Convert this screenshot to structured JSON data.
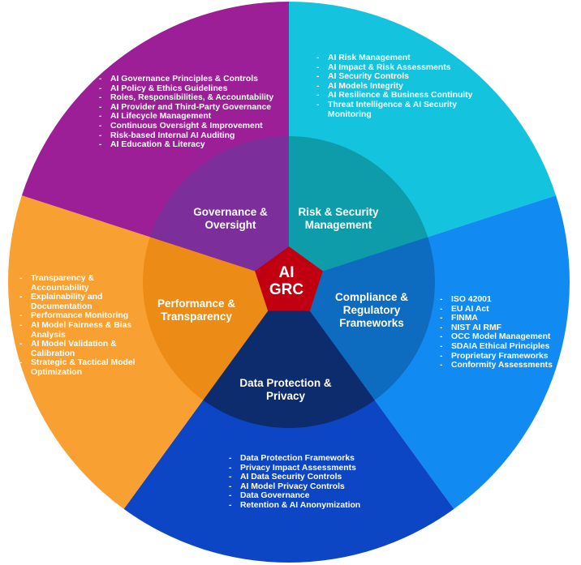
{
  "center": {
    "line1": "AI",
    "line2": "GRC",
    "color": "#c00010"
  },
  "segments": {
    "governance": {
      "title": "Governance & Oversight",
      "outer_color": "#9c1f98",
      "inner_color": "#7c2f9a",
      "items": [
        "AI Governance Principles & Controls",
        "AI Policy & Ethics Guidelines",
        "Roles, Responsibilities, & Accountability",
        "AI Provider and Third-Party Governance",
        "AI Lifecycle Management",
        "Continuous Oversight & Improvement",
        "Risk-based Internal AI Auditing",
        "AI Education & Literacy"
      ]
    },
    "risk": {
      "title": "Risk & Security Management",
      "outer_color": "#14c4de",
      "inner_color": "#0e9cab",
      "items": [
        "AI Risk Management",
        "AI Impact & Risk Assessments",
        "AI Security Controls",
        "AI Models Integrity",
        "AI Resilience & Business Continuity",
        "Threat Intelligence & AI Security Monitoring"
      ]
    },
    "compliance": {
      "title": "Compliance & Regulatory Frameworks",
      "outer_color": "#118af2",
      "inner_color": "#0d6cc0",
      "items": [
        "ISO 42001",
        "EU AI Act",
        "FINMA",
        "NIST AI RMF",
        "OCC Model Management",
        "SDAIA Ethical Principles",
        "Proprietary Frameworks",
        "Conformity Assessments"
      ]
    },
    "data": {
      "title": "Data Protection & Privacy",
      "outer_color": "#0d46c4",
      "inner_color": "#0d2c6e",
      "items": [
        "Data Protection Frameworks",
        "Privacy Impact Assessments",
        "AI Data Security Controls",
        "AI Model Privacy Controls",
        "Data Governance",
        "Retention & AI Anonymization"
      ]
    },
    "performance": {
      "title": "Performance & Transparency",
      "outer_color": "#f8a032",
      "inner_color": "#ec8c16",
      "items": [
        "Transparency & Accountability",
        "Explainability and Documentation",
        "Performance Monitoring",
        "AI Model Fairness & Bias Analysis",
        "AI Model Validation & Calibration",
        "Strategic & Tactical Model Optimization"
      ]
    }
  }
}
